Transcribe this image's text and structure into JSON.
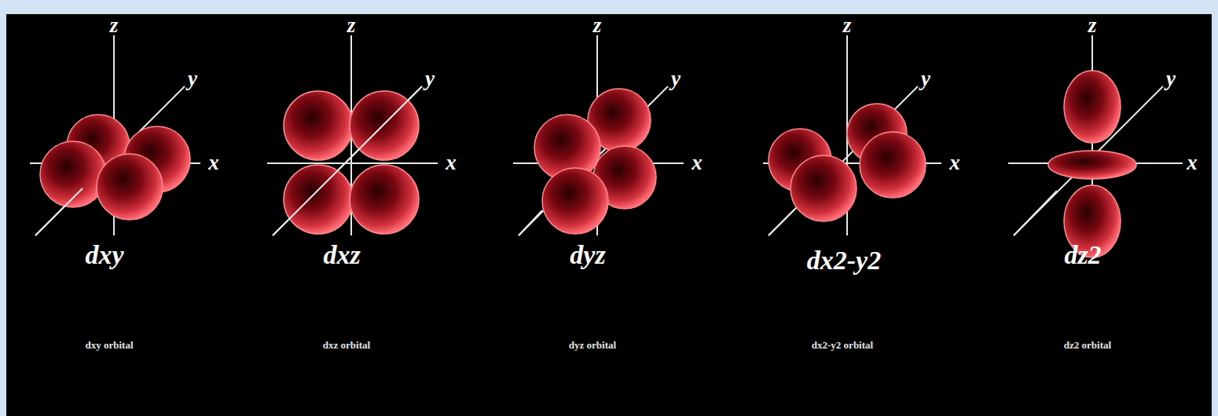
{
  "diagram": {
    "labels": [
      "z",
      "y",
      "x",
      "dxy",
      "z",
      "y",
      "x",
      "dxz",
      "z",
      "y",
      "x",
      "dyz",
      "z",
      "y",
      "x",
      "dx2-y2",
      "z",
      "y",
      "x",
      "dz2",
      "dxy orbital",
      "dxz orbital",
      "dyz orbital",
      "dx2-y2 orbital",
      "dz2 orbital"
    ]
  }
}
